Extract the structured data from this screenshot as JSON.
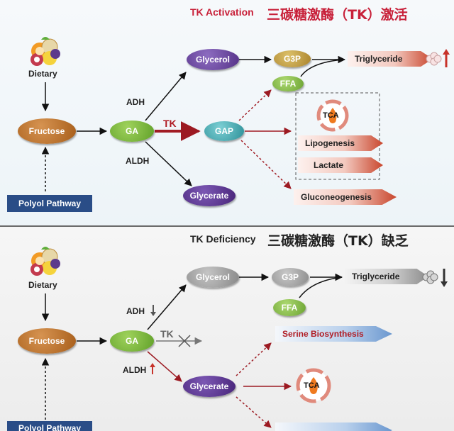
{
  "top": {
    "title_en": "TK Activation",
    "title_cn": "三碳糖激酶（TK）激活",
    "dietary": "Dietary",
    "fructose": "Fructose",
    "polyol": "Polyol Pathway",
    "ga": "GA",
    "adh": "ADH",
    "aldh": "ALDH",
    "tk": "TK",
    "glycerol": "Glycerol",
    "g3p": "G3P",
    "ffa": "FFA",
    "triglyceride": "Triglyceride",
    "gap": "GAP",
    "tca": "TCA",
    "lipogenesis": "Lipogenesis",
    "lactate": "Lactate",
    "glycerate": "Glycerate",
    "gluconeogenesis": "Gluconeogenesis"
  },
  "bottom": {
    "title_en": "TK Deficiency",
    "title_cn": "三碳糖激酶（TK）缺乏",
    "dietary": "Dietary",
    "fructose": "Fructose",
    "polyol": "Polyol Pathway",
    "ga": "GA",
    "adh": "ADH",
    "aldh": "ALDH",
    "tk": "TK",
    "glycerol": "Glycerol",
    "g3p": "G3P",
    "ffa": "FFA",
    "triglyceride": "Triglyceride",
    "glycerate": "Glycerate",
    "serine": "Serine Biosynthesis",
    "tca": "TCA"
  },
  "colors": {
    "fructose": "#b46c25",
    "ga": "#7cba3f",
    "glycerol": "#6b4a9c",
    "g3p": "#c6a03c",
    "ffa": "#8cc04a",
    "gap": "#3fa9b0",
    "glycerate": "#5a3690",
    "grey_node": "#9a9a9a",
    "pathway": "#2a4d87",
    "tk_red": "#b01c24",
    "title_red": "#c8213a"
  },
  "icons": [
    "fruit-basket-icon",
    "fat-droplets-icon",
    "up-arrow-icon",
    "down-arrow-icon",
    "tca-cycle-icon",
    "flame-icon",
    "cross-mark-icon"
  ]
}
